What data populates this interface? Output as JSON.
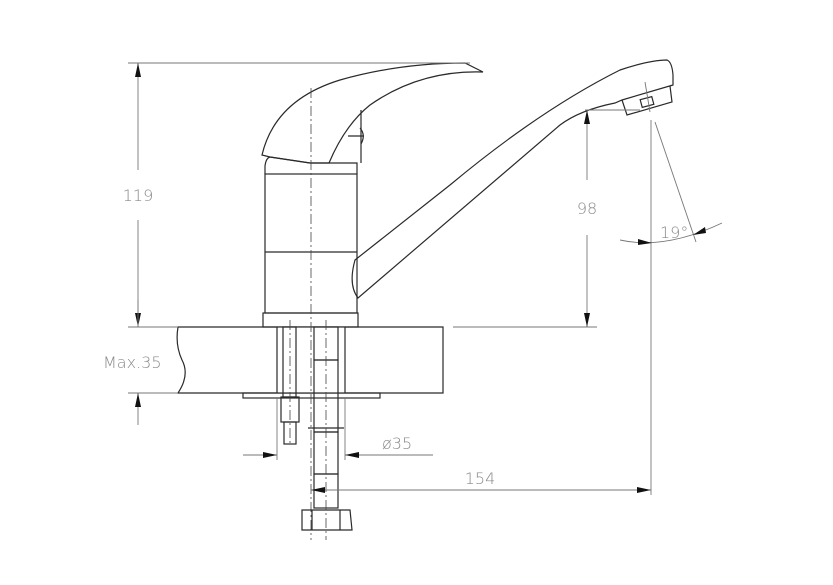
{
  "drawing": {
    "title": "Single-lever basin mixer dimension drawing",
    "dimensions": {
      "total_height": "119",
      "spout_height": "98",
      "max_countertop": "Max.35",
      "hole_diameter": "ø35",
      "spout_reach": "154",
      "spout_angle": "19°"
    }
  }
}
